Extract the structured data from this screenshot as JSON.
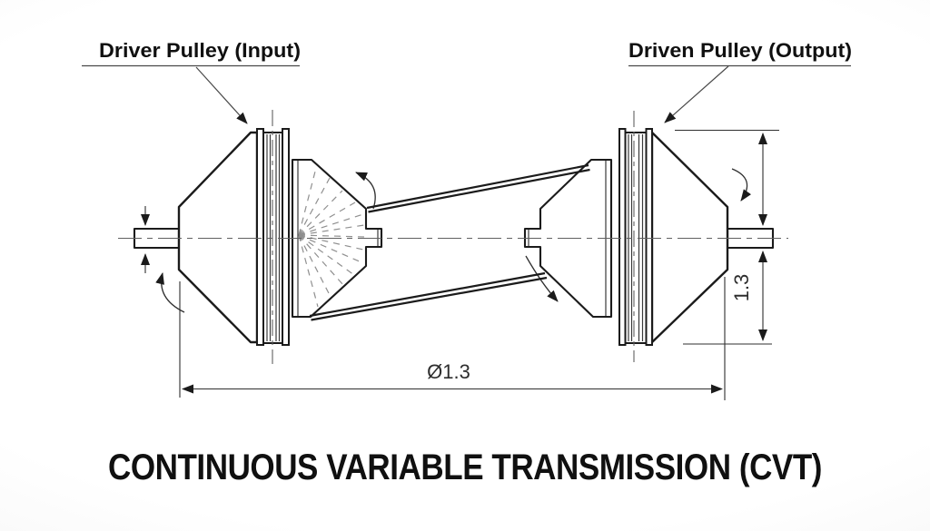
{
  "title": "CONTINUOUS VARIABLE TRANSMISSION (CVT)",
  "labels": {
    "driver_pulley": "Driver Pulley (Input)",
    "driven_pulley": "Driven Pulley (Output)"
  },
  "dimensions": {
    "overall": "Ø1.3",
    "pulley_diameter": "1.3"
  },
  "icons": {
    "leader": "leader-arrow-icon",
    "rotation": "rotation-arrow-icon",
    "shaft_ticks": "dimension-tick-arrow-icon"
  },
  "colors": {
    "line": "#1b1b1b",
    "dim-line": "#2f2f2f",
    "centerline": "#606060",
    "text": "#101010",
    "bg-center": "#ffffff",
    "bg-edge": "#f0f0f0"
  }
}
